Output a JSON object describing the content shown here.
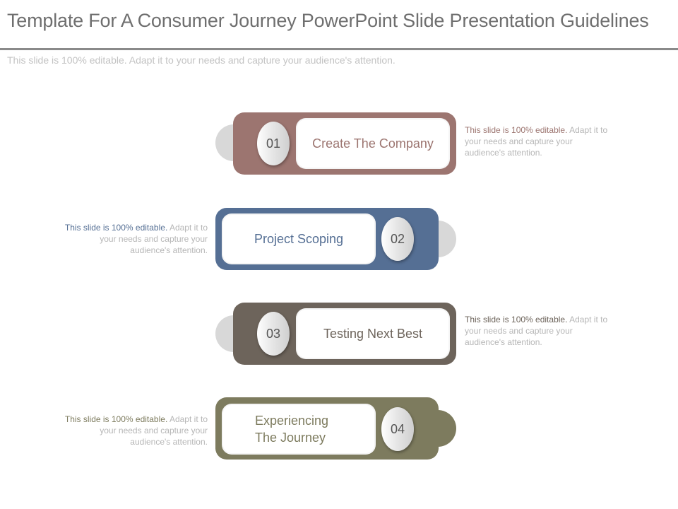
{
  "header": {
    "title": "Template For A Consumer Journey PowerPoint Slide Presentation Guidelines",
    "subtitle": "This slide is 100% editable. Adapt it to your needs and capture your audience's attention."
  },
  "colors": {
    "step1": "#9c7570",
    "step2": "#556f94",
    "step3": "#6d645b",
    "step4": "#7d7b5e",
    "tab": "#d8d8d8"
  },
  "steps": [
    {
      "number": "01",
      "label": "Create The Company",
      "desc_lead": "This slide is 100% editable.",
      "desc_rest": " Adapt it to your needs and capture your audience's attention."
    },
    {
      "number": "02",
      "label": "Project Scoping",
      "desc_lead": "This slide is 100% editable.",
      "desc_rest": " Adapt it to your needs and capture your audience's attention."
    },
    {
      "number": "03",
      "label": "Testing Next Best",
      "desc_lead": "This slide is 100% editable.",
      "desc_rest": " Adapt it to your needs and capture your audience's attention."
    },
    {
      "number": "04",
      "label_line1": "Experiencing",
      "label_line2": "The Journey",
      "desc_lead": "This slide is 100% editable.",
      "desc_rest": " Adapt it to your needs and capture your audience's attention."
    }
  ]
}
